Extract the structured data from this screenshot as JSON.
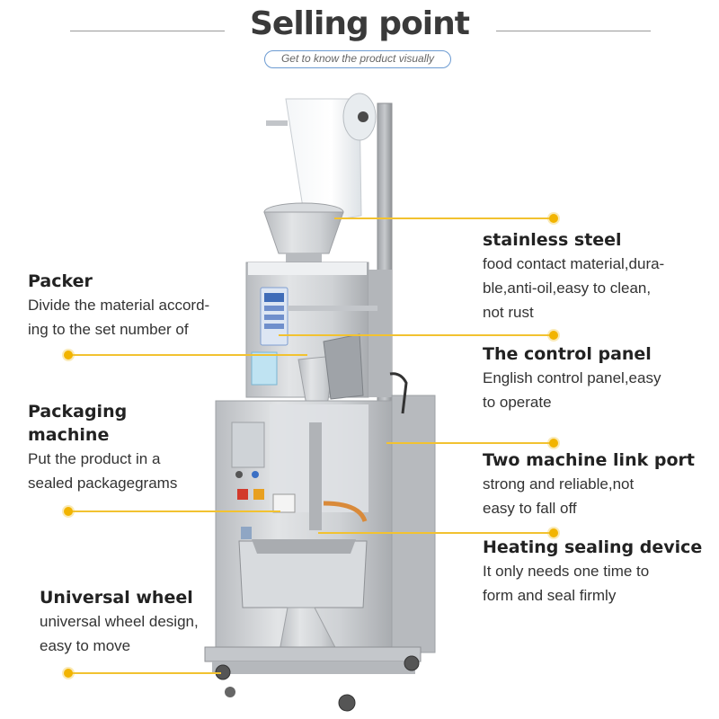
{
  "header": {
    "title": "Selling point",
    "subtitle": "Get to know the product visually"
  },
  "features": {
    "stainless": {
      "title": "stainless steel",
      "lines": [
        "food contact material,dura-",
        "ble,anti-oil,easy to clean,",
        "not rust"
      ]
    },
    "control": {
      "title": "The control panel",
      "lines": [
        "English control panel,easy",
        "to operate"
      ]
    },
    "link": {
      "title": "Two machine link port",
      "lines": [
        "strong and reliable,not",
        "easy to fall off"
      ]
    },
    "heating": {
      "title": "Heating sealing device",
      "lines": [
        "It only needs one time to",
        "form and seal firmly"
      ]
    },
    "packer": {
      "title": "Packer",
      "lines": [
        "Divide the material accord-",
        "ing to the set number of"
      ]
    },
    "packaging": {
      "title": "Packaging machine",
      "title_lines": [
        "Packaging",
        "machine"
      ],
      "lines": [
        "Put the product in a",
        "sealed packagegrams"
      ]
    },
    "wheel": {
      "title": "Universal wheel",
      "lines": [
        "universal wheel design,",
        "easy to move"
      ]
    }
  },
  "colors": {
    "guide": "#f2c230",
    "dot": "#f2b400",
    "accent": "#6c9bd2",
    "steel": "#c9ccd0"
  }
}
